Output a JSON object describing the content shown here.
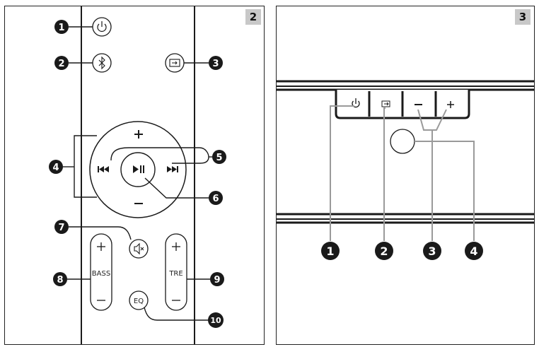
{
  "figure2": {
    "panel_number": "2",
    "bass_label": "BASS",
    "treble_label": "TRE",
    "eq_label": "EQ",
    "callouts": [
      "1",
      "2",
      "3",
      "4",
      "5",
      "6",
      "7",
      "8",
      "9",
      "10"
    ]
  },
  "figure3": {
    "panel_number": "3",
    "callouts": [
      "1",
      "2",
      "3",
      "4"
    ]
  },
  "colors": {
    "ink": "#1a1a1a",
    "leader_gray": "#9a9a9a",
    "tag_bg": "#c8c8c8"
  }
}
